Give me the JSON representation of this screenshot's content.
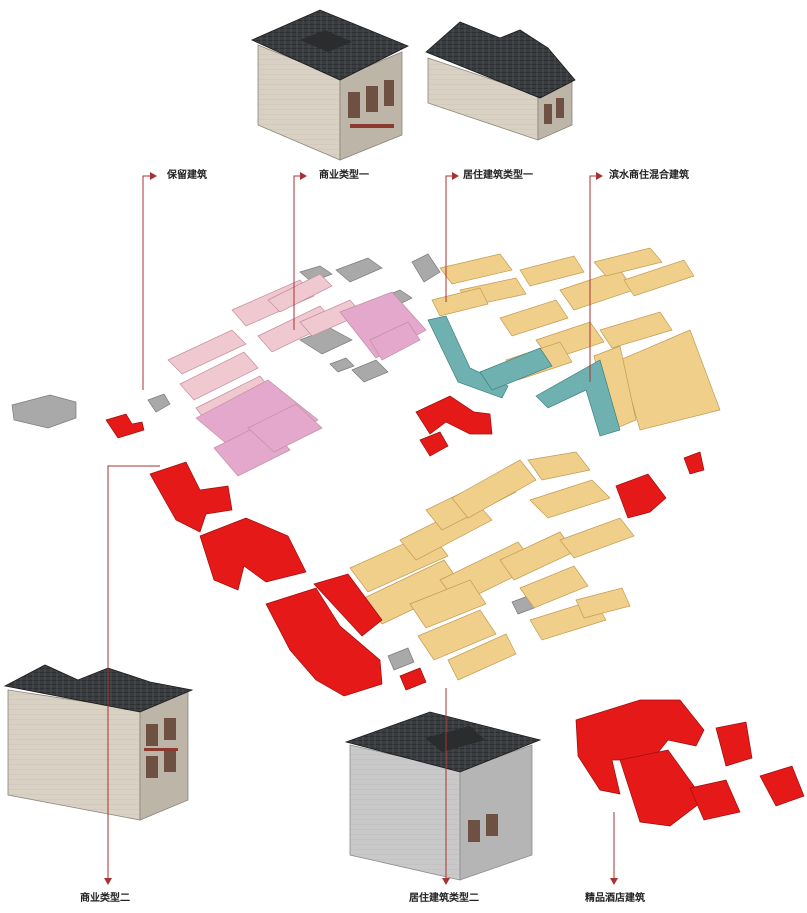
{
  "labels": {
    "retained": "保留建筑",
    "commercial_type_1": "商业类型一",
    "residential_type_1": "居住建筑类型一",
    "waterfront_mixed": "滨水商住混合建筑",
    "commercial_type_2": "商业类型二",
    "residential_type_2": "居住建筑类型二",
    "boutique_hotel": "精品酒店建筑"
  },
  "colors": {
    "retained": "#a9a9a9",
    "commercial_type_1": "#f0c8cf",
    "commercial_type_1_dark": "#e3a8cc",
    "residential_type_1": "#f0cf8a",
    "waterfront_mixed": "#6fb0b0",
    "hotel": "#e61919",
    "leader_line": "#a83232"
  }
}
